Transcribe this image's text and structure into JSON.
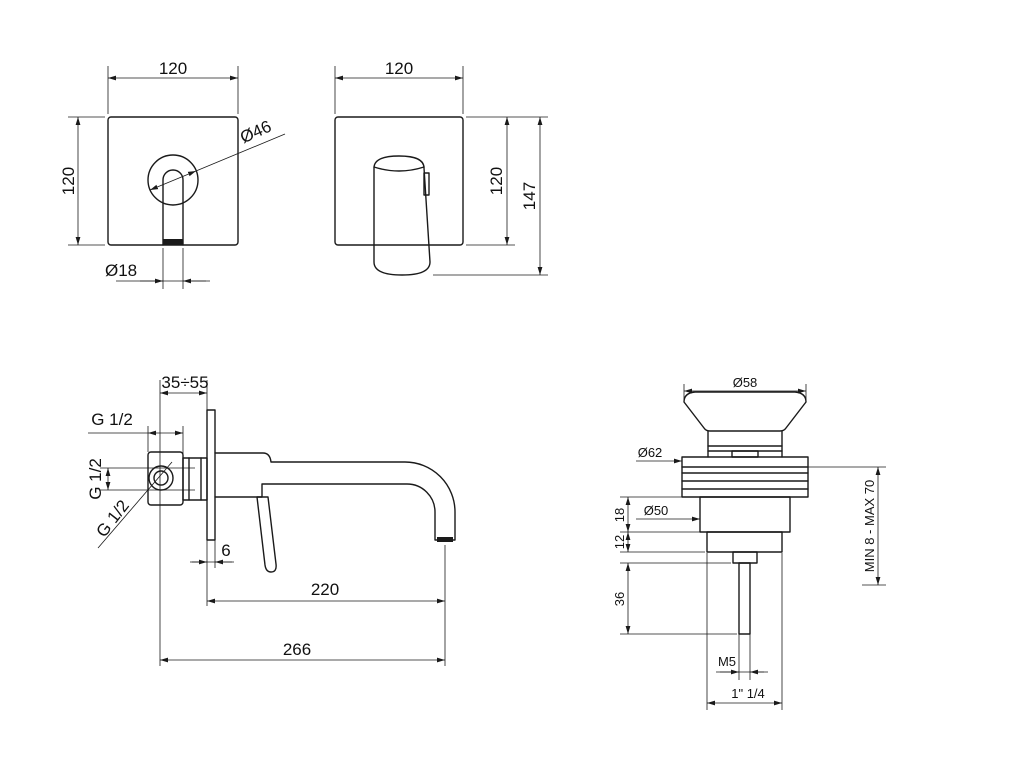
{
  "front_view": {
    "plate_width": "120",
    "plate_height": "120",
    "knob_diameter": "Ø46",
    "lever_diameter": "Ø18"
  },
  "lever_view": {
    "plate_width": "120",
    "plate_height": "120",
    "overall_height": "147"
  },
  "side_view": {
    "wall_depth": "35÷55",
    "inlet_thread_top": "G 1/2",
    "inlet_thread_side": "G 1/2",
    "inlet_thread_diagonal": "G 1/2",
    "plate_thickness": "6",
    "spout_projection": "220",
    "overall_length": "266"
  },
  "drain_view": {
    "cap_diameter": "Ø58",
    "flange_diameter": "Ø62",
    "body_diameter": "Ø50",
    "body_height": "18",
    "thread_height": "12",
    "pin_length": "36",
    "clamping_range": "MIN 8 - MAX 70",
    "pin_thread": "M5",
    "thread_size": "1\" 1/4"
  }
}
